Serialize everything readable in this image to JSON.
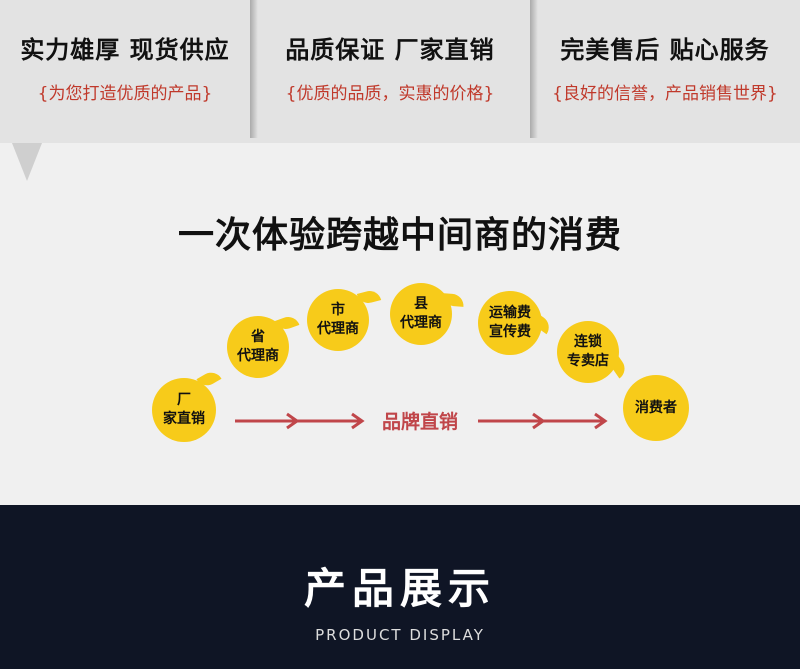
{
  "features": [
    {
      "title": "实力雄厚 现货供应",
      "subtitle": "{为您打造优质的产品}"
    },
    {
      "title": "品质保证 厂家直销",
      "subtitle": "{优质的品质，实惠的价格}"
    },
    {
      "title": "完美售后 贴心服务",
      "subtitle": "{良好的信誉，产品销售世界}"
    }
  ],
  "headline": "一次体验跨越中间商的消费",
  "chain": [
    "厂\n家直销",
    "省\n代理商",
    "市\n代理商",
    "县\n代理商",
    "运输费\n宣传费",
    "连锁\n专卖店",
    "消费者"
  ],
  "brand_direct": "品牌直销",
  "colors": {
    "bubble": "#f7cb1a",
    "arrow": "#c0464a",
    "dark": "#0f1525"
  },
  "section": {
    "title": "产品展示",
    "subtitle": "PRODUCT DISPLAY"
  }
}
